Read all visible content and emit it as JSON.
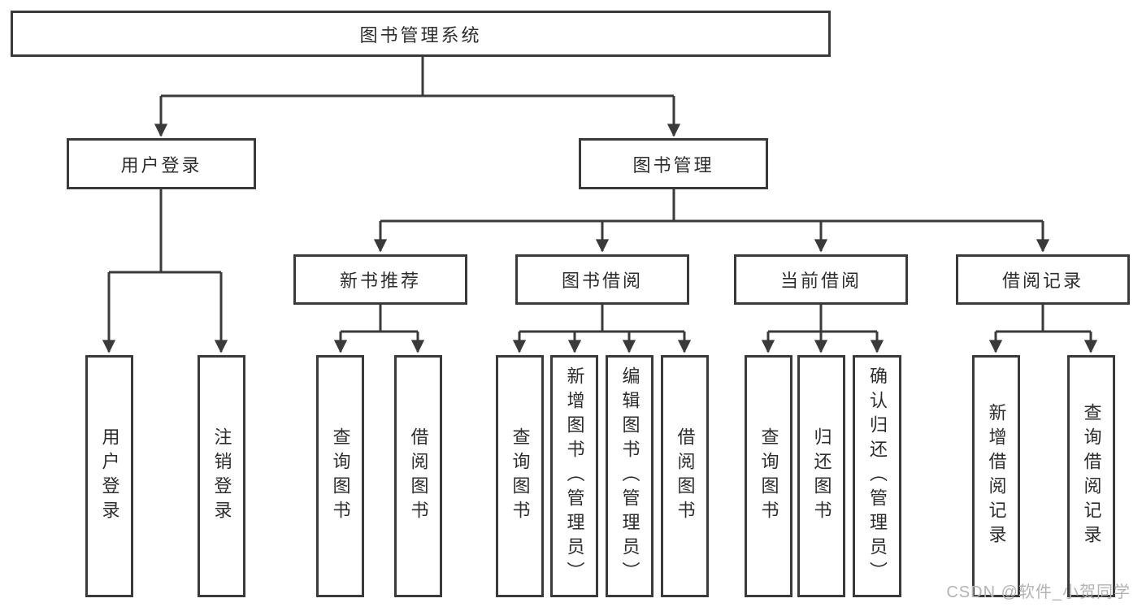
{
  "diagram": {
    "root": {
      "label": "图书管理系统"
    },
    "level2": [
      {
        "id": "user-login",
        "label": "用户登录"
      },
      {
        "id": "book-management",
        "label": "图书管理"
      }
    ],
    "level3": [
      {
        "id": "new-book-recommend",
        "label": "新书推荐"
      },
      {
        "id": "book-borrowing",
        "label": "图书借阅"
      },
      {
        "id": "current-borrowing",
        "label": "当前借阅"
      },
      {
        "id": "borrowing-records",
        "label": "借阅记录"
      }
    ],
    "leaves": {
      "user_login": [
        "用户登录",
        "注销登录"
      ],
      "new_book_recommend": [
        "查询图书",
        "借阅图书"
      ],
      "book_borrowing": [
        "查询图书",
        "新增图书（管理员）",
        "编辑图书（管理员）",
        "借阅图书"
      ],
      "current_borrowing": [
        "查询图书",
        "归还图书",
        "确认归还（管理员）"
      ],
      "borrowing_records": [
        "新增借阅记录",
        "查询借阅记录"
      ]
    },
    "watermark": "CSDN @软件_小贺同学",
    "colors": {
      "line": "#3a3a3a",
      "text": "#2d2d2d",
      "watermark": "#b3b3b3",
      "background": "#ffffff"
    }
  }
}
